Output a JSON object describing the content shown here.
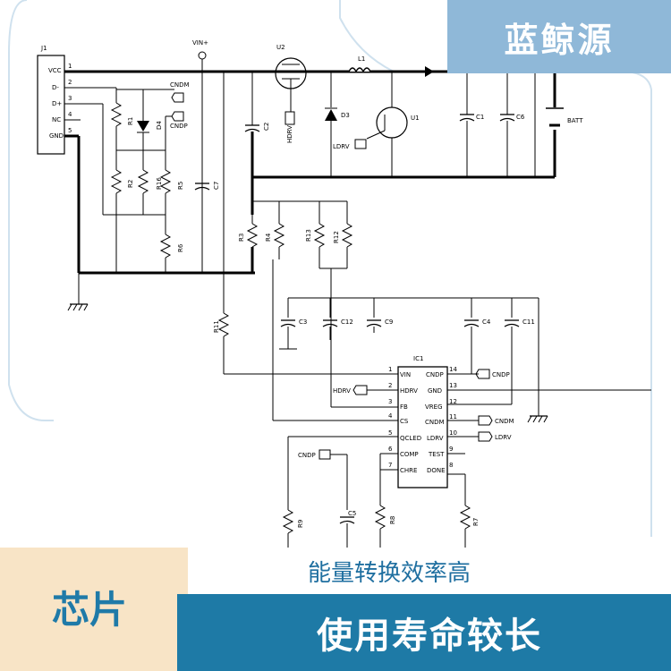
{
  "brand": {
    "name": "蓝鲸源"
  },
  "labels": {
    "chip": "芯片",
    "feature_efficiency": "能量转换效率高",
    "feature_lifespan": "使用寿命较长"
  },
  "colors": {
    "brand_bg": "#8fb8d8",
    "accent_blue": "#1e7aa6",
    "cream": "#f8e4c6",
    "wire": "#000000"
  },
  "schematic": {
    "j1": {
      "name": "J1",
      "pins": [
        {
          "num": "1",
          "label": "VCC"
        },
        {
          "num": "2",
          "label": "D-"
        },
        {
          "num": "3",
          "label": "D+"
        },
        {
          "num": "4",
          "label": "NC"
        },
        {
          "num": "5",
          "label": "GND"
        }
      ]
    },
    "vin": "VIN+",
    "u2": "U2",
    "l1": "L1",
    "u1": "U1",
    "d3": "D3",
    "d4": "D4",
    "batt": "BATT",
    "hdrv": "HDRV",
    "ldrv": "LDRV",
    "cndm": "CNDM",
    "cndp": "CNDP",
    "resistors": [
      "R1",
      "R2",
      "R16",
      "R5",
      "R6",
      "R3",
      "R4",
      "R13",
      "R12",
      "R11",
      "R9",
      "R8",
      "R7"
    ],
    "capacitors": [
      "C2",
      "C7",
      "C1",
      "C6",
      "C3",
      "C12",
      "C9",
      "C4",
      "C11",
      "C5"
    ],
    "ic1": {
      "name": "IC1",
      "left_pins": [
        {
          "num": "1",
          "label": "VIN"
        },
        {
          "num": "2",
          "label": "HDRV"
        },
        {
          "num": "3",
          "label": "FB"
        },
        {
          "num": "4",
          "label": "CS"
        },
        {
          "num": "5",
          "label": "QCLED"
        },
        {
          "num": "6",
          "label": "COMP"
        },
        {
          "num": "7",
          "label": "CHRE"
        }
      ],
      "right_pins": [
        {
          "num": "14",
          "label": "CNDP"
        },
        {
          "num": "13",
          "label": "GND"
        },
        {
          "num": "12",
          "label": "VREG"
        },
        {
          "num": "11",
          "label": "CNDM"
        },
        {
          "num": "10",
          "label": "LDRV"
        },
        {
          "num": "9",
          "label": "TEST"
        },
        {
          "num": "8",
          "label": "DONE"
        }
      ]
    }
  }
}
